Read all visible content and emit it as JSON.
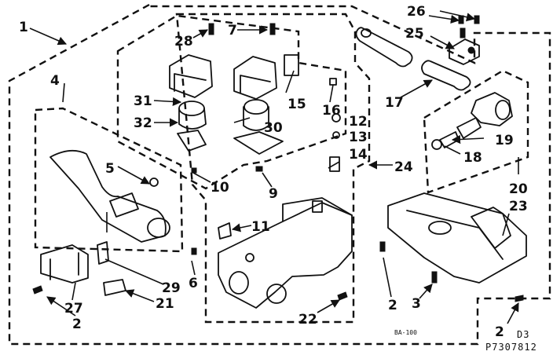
{
  "callouts": {
    "c1": "1",
    "c2a": "2",
    "c2b": "2",
    "c2c": "2",
    "c3": "3",
    "c4": "4",
    "c5": "5",
    "c6": "6",
    "c7": "7",
    "c9": "9",
    "c10": "10",
    "c11": "11",
    "c12": "12",
    "c13": "13",
    "c14": "14",
    "c15": "15",
    "c16": "16",
    "c17": "17",
    "c18": "18",
    "c19": "19",
    "c20": "20",
    "c21": "21",
    "c22": "22",
    "c23": "23",
    "c24": "24",
    "c25": "25",
    "c26": "26",
    "c27": "27",
    "c28": "28",
    "c29": "29",
    "c30": "30",
    "c31": "31",
    "c32": "32"
  },
  "footer": {
    "section": "D3",
    "drawing_number": "P7307812",
    "model_code": "BA-100"
  }
}
